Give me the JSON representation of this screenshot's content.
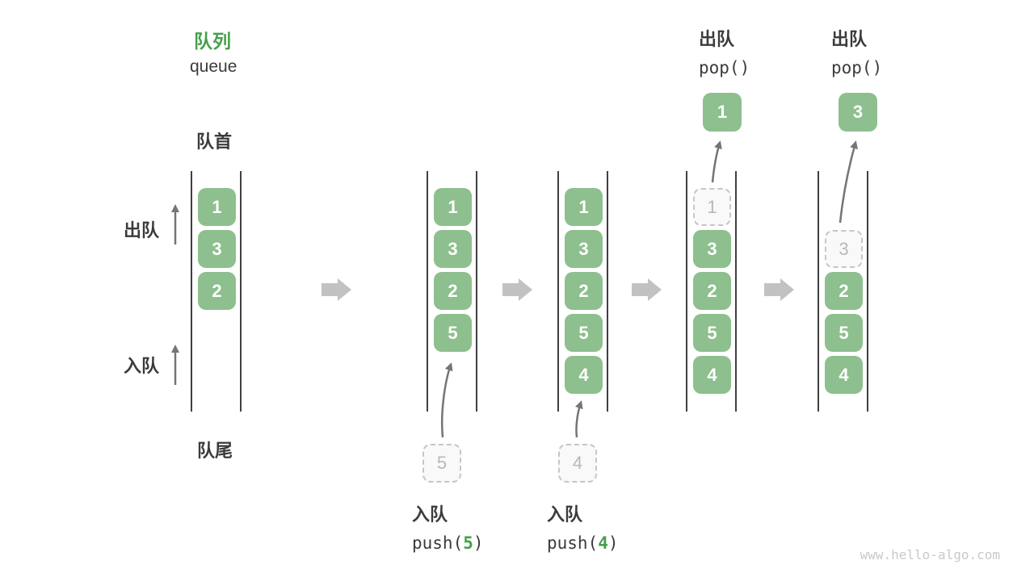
{
  "title": {
    "heading": "队列",
    "subtitle": "queue"
  },
  "side_labels": {
    "front": "队首",
    "rear": "队尾",
    "dequeue": "出队",
    "enqueue": "入队"
  },
  "queues": [
    {
      "cells": [
        {
          "value": "1"
        },
        {
          "value": "3"
        },
        {
          "value": "2"
        }
      ]
    },
    {
      "cells": [
        {
          "value": "1"
        },
        {
          "value": "3"
        },
        {
          "value": "2"
        },
        {
          "value": "5"
        }
      ]
    },
    {
      "cells": [
        {
          "value": "1"
        },
        {
          "value": "3"
        },
        {
          "value": "2"
        },
        {
          "value": "5"
        },
        {
          "value": "4"
        }
      ]
    },
    {
      "cells": [
        {
          "value": "1",
          "state": "removed"
        },
        {
          "value": "3"
        },
        {
          "value": "2"
        },
        {
          "value": "5"
        },
        {
          "value": "4"
        }
      ]
    },
    {
      "cells": [
        {
          "value": "3",
          "state": "removed"
        },
        {
          "value": "2"
        },
        {
          "value": "5"
        },
        {
          "value": "4"
        }
      ]
    }
  ],
  "push_callouts": [
    {
      "label": "入队",
      "code_fn": "push(",
      "arg": "5",
      "code_close": ")",
      "value": "5"
    },
    {
      "label": "入队",
      "code_fn": "push(",
      "arg": "4",
      "code_close": ")",
      "value": "4"
    }
  ],
  "pop_callouts": [
    {
      "label": "出队",
      "code": "pop()",
      "value": "1"
    },
    {
      "label": "出队",
      "code": "pop()",
      "value": "3"
    }
  ],
  "watermark": "www.hello-algo.com",
  "colors": {
    "accent_green": "#46a04b",
    "cell_green": "#8ebf8e",
    "cell_text": "#ffffff",
    "ghost_border": "#c6c6c6",
    "ghost_text": "#b8b8b8",
    "rail_dark": "#404040",
    "thin_arrow_gray": "#757575",
    "block_arrow_gray": "#c2c2c2",
    "label_dark": "#3b3b3b",
    "watermark_gray": "#c9c9c9"
  }
}
